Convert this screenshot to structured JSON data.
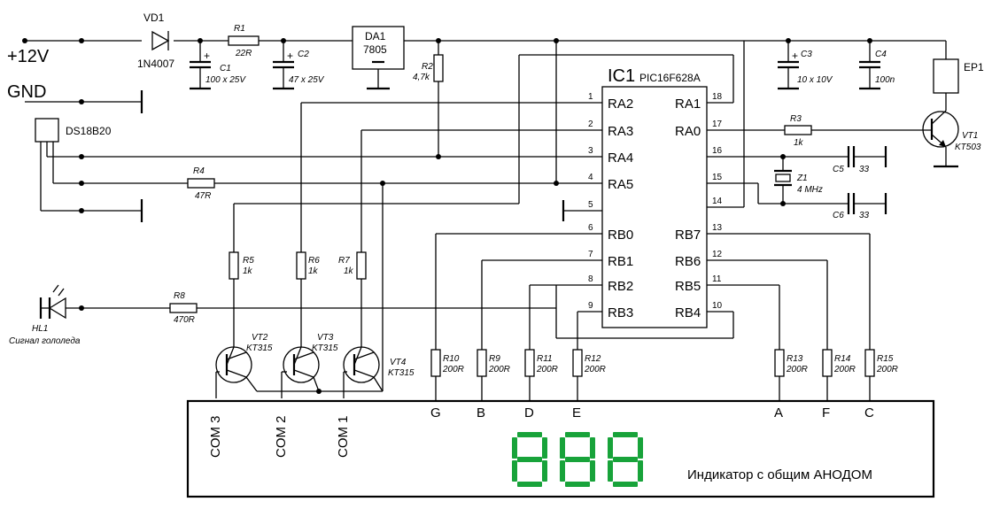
{
  "rails": {
    "vcc": "+12V",
    "gnd": "GND"
  },
  "vd1": {
    "ref": "VD1",
    "part": "1N4007"
  },
  "r1": {
    "ref": "R1",
    "val": "22R"
  },
  "c1": {
    "ref": "C1",
    "val": "100 x 25V"
  },
  "c2": {
    "ref": "C2",
    "val": "47 x 25V"
  },
  "da1": {
    "ref": "DA1",
    "part": "7805"
  },
  "r2": {
    "ref": "R2",
    "val": "4,7k"
  },
  "c3": {
    "ref": "C3",
    "val": "10 x 10V"
  },
  "c4": {
    "ref": "C4",
    "val": "100n"
  },
  "ep1": {
    "ref": "EP1"
  },
  "vt1": {
    "ref": "VT1",
    "part": "KT503"
  },
  "r3": {
    "ref": "R3",
    "val": "1k"
  },
  "r4": {
    "ref": "R4",
    "val": "47R"
  },
  "ds": {
    "ref": "DS18B20"
  },
  "c5": {
    "ref": "C5",
    "val": "33"
  },
  "c6": {
    "ref": "C6",
    "val": "33"
  },
  "z1": {
    "ref": "Z1",
    "val": "4 MHz"
  },
  "ic": {
    "ref": "IC1",
    "part": "PIC16F628A",
    "left_pins": [
      {
        "num": "1",
        "name": "RA2"
      },
      {
        "num": "2",
        "name": "RA3"
      },
      {
        "num": "3",
        "name": "RA4"
      },
      {
        "num": "4",
        "name": "RA5"
      },
      {
        "num": "5",
        "name": ""
      },
      {
        "num": "6",
        "name": "RB0"
      },
      {
        "num": "7",
        "name": "RB1"
      },
      {
        "num": "8",
        "name": "RB2"
      },
      {
        "num": "9",
        "name": "RB3"
      }
    ],
    "right_pins": [
      {
        "num": "18",
        "name": "RA1"
      },
      {
        "num": "17",
        "name": "RA0"
      },
      {
        "num": "16",
        "name": ""
      },
      {
        "num": "15",
        "name": ""
      },
      {
        "num": "14",
        "name": ""
      },
      {
        "num": "13",
        "name": "RB7"
      },
      {
        "num": "12",
        "name": "RB6"
      },
      {
        "num": "11",
        "name": "RB5"
      },
      {
        "num": "10",
        "name": "RB4"
      }
    ]
  },
  "r5": {
    "ref": "R5",
    "val": "1k"
  },
  "r6": {
    "ref": "R6",
    "val": "1k"
  },
  "r7": {
    "ref": "R7",
    "val": "1k"
  },
  "r8": {
    "ref": "R8",
    "val": "470R"
  },
  "hl1": {
    "ref": "HL1",
    "caption": "Сигнал гололеда"
  },
  "vt2": {
    "ref": "VT2",
    "part": "KT315"
  },
  "vt3": {
    "ref": "VT3",
    "part": "KT315"
  },
  "vt4": {
    "ref": "VT4",
    "part": "KT315"
  },
  "seg_res": [
    {
      "ref": "R10",
      "val": "200R"
    },
    {
      "ref": "R9",
      "val": "200R"
    },
    {
      "ref": "R11",
      "val": "200R"
    },
    {
      "ref": "R12",
      "val": "200R"
    },
    {
      "ref": "R13",
      "val": "200R"
    },
    {
      "ref": "R14",
      "val": "200R"
    },
    {
      "ref": "R15",
      "val": "200R"
    }
  ],
  "display": {
    "caption": "Индикатор с общим АНОДОМ",
    "segment_labels": [
      "G",
      "B",
      "D",
      "E",
      "A",
      "F",
      "C"
    ],
    "com_labels": [
      "COM 3",
      "COM 2",
      "COM 1"
    ],
    "digits": "888",
    "digit_color": "#18a33a"
  }
}
